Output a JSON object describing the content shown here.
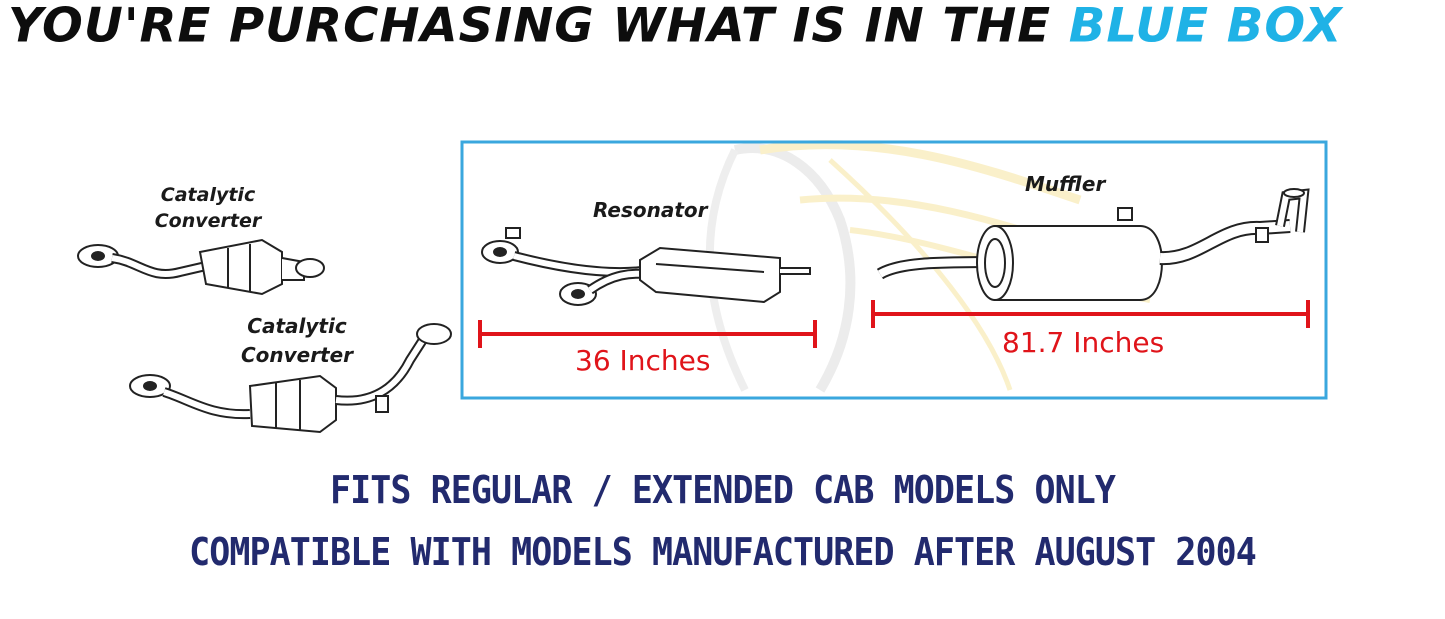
{
  "header": {
    "headline_main": "YOU'RE PURCHASING WHAT IS IN THE ",
    "headline_accent": "BLUE BOX"
  },
  "diagram": {
    "parts": {
      "cat_converter_upper": "Catalytic Converter",
      "cat_converter_lower": "Catalytic Converter",
      "resonator": "Resonator",
      "muffler": "Muffler"
    },
    "measurements": {
      "resonator_length": "36 Inches",
      "muffler_length": "81.7 Inches"
    },
    "colors": {
      "box_outline": "#3aa7de",
      "dimension_line": "#e0141a",
      "headline_accent": "#1fb2e6",
      "footer_text": "#222a6e"
    }
  },
  "footer": {
    "line1": "FITS REGULAR / EXTENDED CAB MODELS ONLY",
    "line2": "COMPATIBLE WITH MODELS MANUFACTURED AFTER AUGUST 2004"
  }
}
